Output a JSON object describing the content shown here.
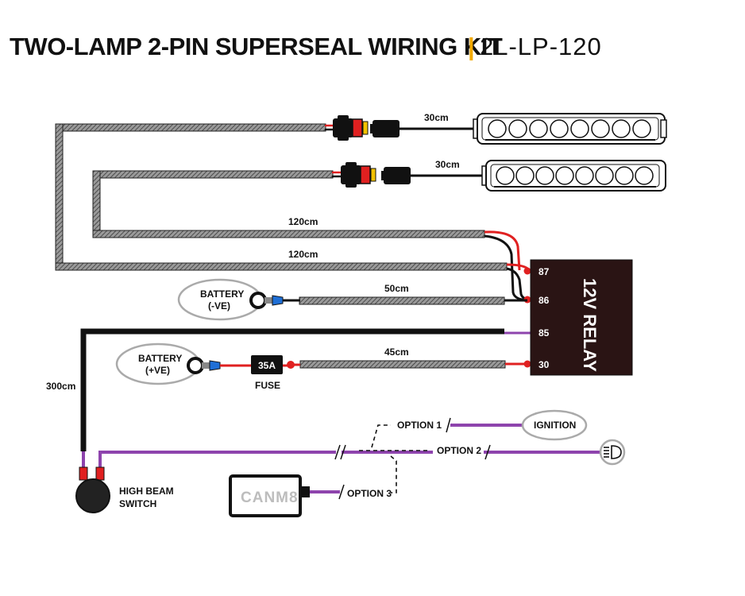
{
  "title": {
    "main": "TWO-LAMP 2-PIN SUPERSEAL WIRING KIT",
    "separator": "|",
    "code": "2L-LP-120"
  },
  "colors": {
    "accent": "#f2a900",
    "loom": "#8a8a8a",
    "purple": "#8e44ad",
    "red": "#e02020",
    "black": "#111111",
    "relay": "#2a1414",
    "terminal_blue": "#1f6fd6"
  },
  "lamps": {
    "lamp1_cable": "30cm",
    "lamp2_cable": "30cm"
  },
  "harness": {
    "lamp1_run": "120cm",
    "lamp2_run": "120cm",
    "ground_run": "50cm",
    "power_run": "45cm",
    "switch_run": "300cm"
  },
  "relay": {
    "label": "12V RELAY",
    "pins": [
      "87",
      "86",
      "85",
      "30"
    ]
  },
  "battery_neg": {
    "line1": "BATTERY",
    "line2": "(-VE)"
  },
  "battery_pos": {
    "line1": "BATTERY",
    "line2": "(+VE)"
  },
  "fuse": {
    "rating": "35A",
    "label": "FUSE"
  },
  "switch": {
    "line1": "HIGH BEAM",
    "line2": "SWITCH"
  },
  "options": {
    "option1": "OPTION 1",
    "option2": "OPTION 2",
    "option3": "OPTION 3",
    "ignition": "IGNITION",
    "highbeam_icon": "high-beam-icon"
  },
  "canm8": {
    "label": "CANM8"
  }
}
